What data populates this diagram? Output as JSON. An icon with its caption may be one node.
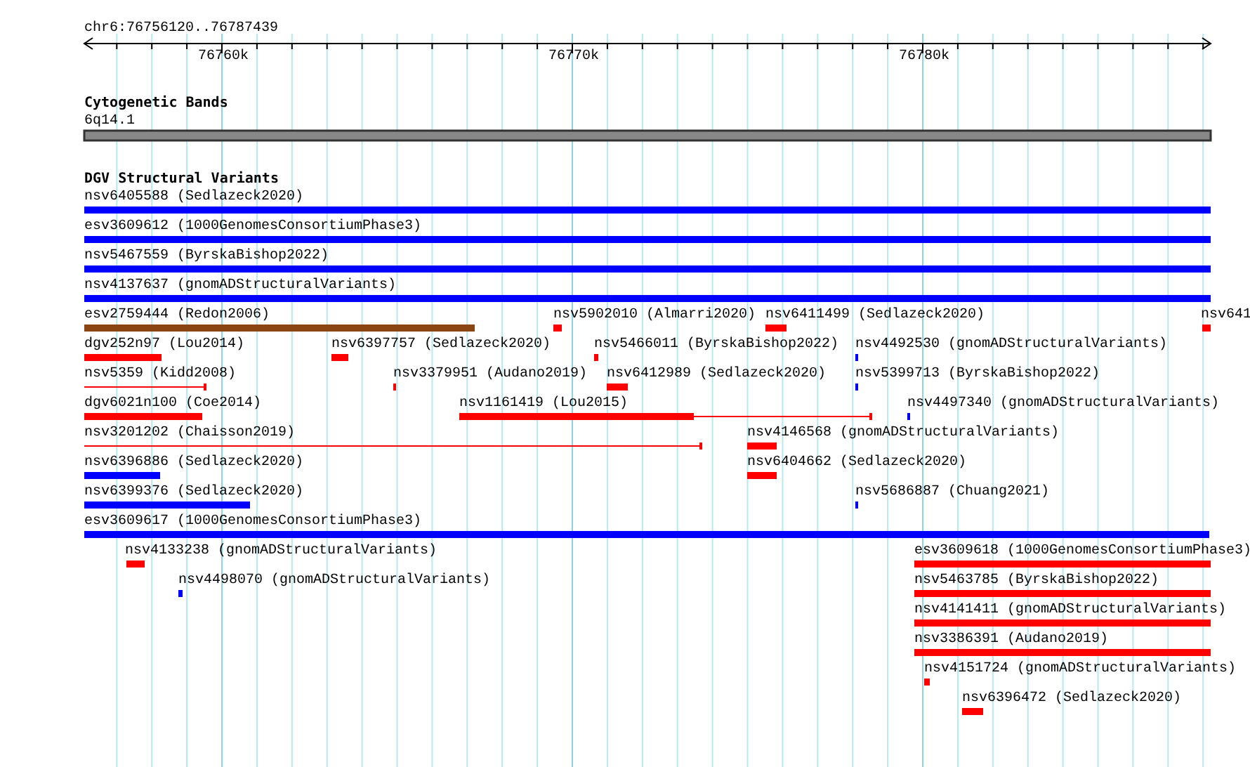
{
  "diagram": {
    "labels": [
      "chr6:76756120..76787439",
      "76760k",
      "76770k",
      "76780k",
      "Cytogenetic Bands",
      "6q14.1",
      "DGV Structural Variants",
      "nsv6405588 (Sedlazeck2020)",
      "esv3609612 (1000GenomesConsortiumPhase3)",
      "nsv5467559 (ByrskaBishop2022)",
      "nsv4137637 (gnomADStructuralVariants)",
      "esv2759444 (Redon2006)",
      "nsv5902010 (Almarri2020)",
      "nsv6411499 (Sedlazeck2020)",
      "nsv641",
      "dgv252n97 (Lou2014)",
      "nsv6397757 (Sedlazeck2020)",
      "nsv5466011 (ByrskaBishop2022)",
      "nsv4492530 (gnomADStructuralVariants)",
      "nsv5359 (Kidd2008)",
      "nsv3379951 (Audano2019)",
      "nsv6412989 (Sedlazeck2020)",
      "nsv5399713 (ByrskaBishop2022)",
      "dgv6021n100 (Coe2014)",
      "nsv1161419 (Lou2015)",
      "nsv4497340 (gnomADStructuralVariants)",
      "nsv3201202 (Chaisson2019)",
      "nsv4146568 (gnomADStructuralVariants)",
      "nsv6396886 (Sedlazeck2020)",
      "nsv6404662 (Sedlazeck2020)",
      "nsv6399376 (Sedlazeck2020)",
      "nsv5686887 (Chuang2021)",
      "esv3609617 (1000GenomesConsortiumPhase3)",
      "nsv4133238 (gnomADStructuralVariants)",
      "esv3609618 (1000GenomesConsortiumPhase3)",
      "nsv4498070 (gnomADStructuralVariants)",
      "nsv5463785 (ByrskaBishop2022)",
      "nsv4141411 (gnomADStructuralVariants)",
      "nsv3386391 (Audano2019)",
      "nsv4151724 (gnomADStructuralVariants)",
      "nsv6396472 (Sedlazeck2020)"
    ]
  }
}
